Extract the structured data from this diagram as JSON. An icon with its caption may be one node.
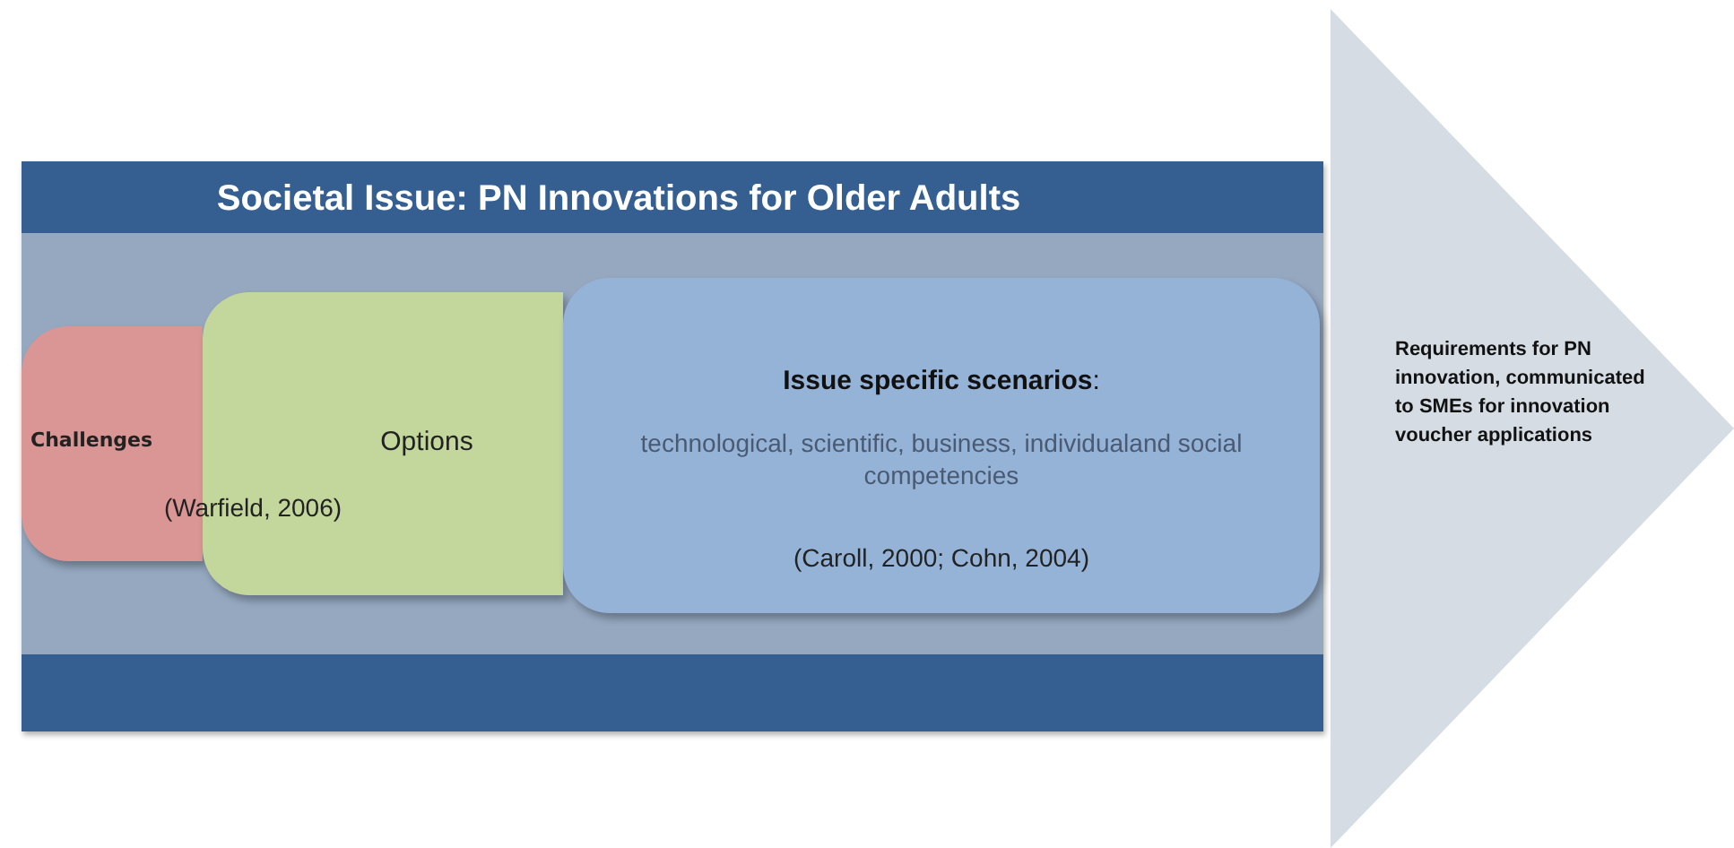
{
  "diagram": {
    "nodes": [
      {
        "text": [
          "Requirements for PN innovation, communicated to SMEs for innovation voucher applications"
        ]
      },
      {
        "text": [
          "Societal Issue: PN Innovations for Older Adults"
        ]
      },
      {
        "text": [
          "Challenges"
        ],
        "in": 1
      },
      {
        "text": [
          "Options",
          "(Warfield, 2006)"
        ],
        "in": 1
      },
      {
        "text": [
          "**Issue specific scenarios**:",
          "technological, scientific, business, individualand social competencies",
          "(Caroll, 2000; Cohn, 2004)"
        ],
        "in": 1
      }
    ]
  }
}
